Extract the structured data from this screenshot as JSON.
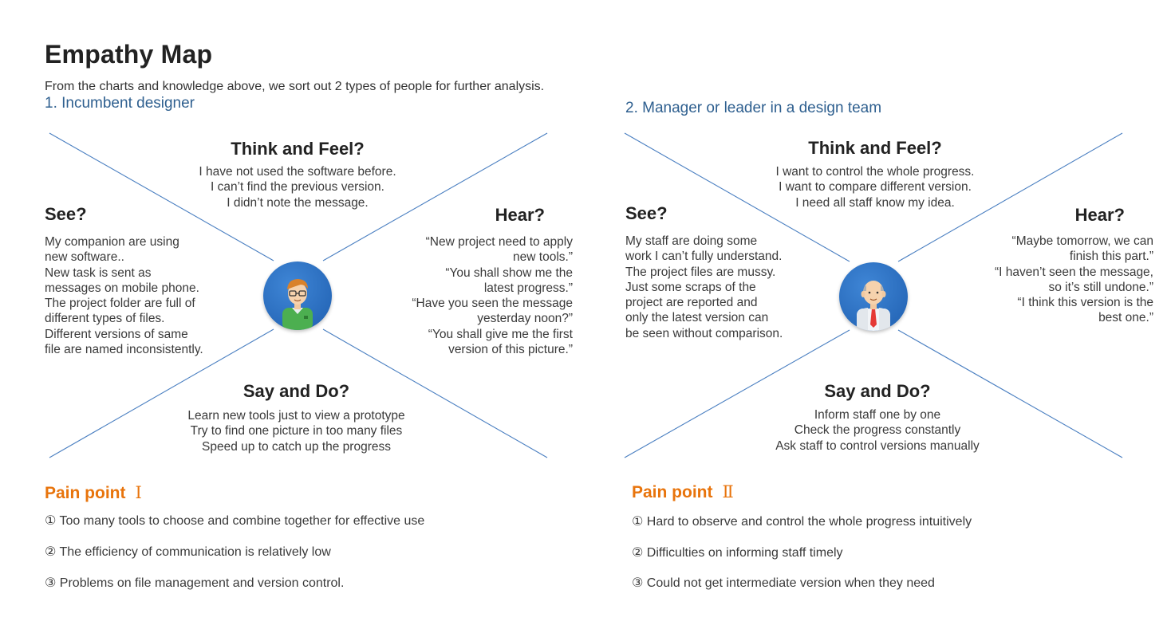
{
  "title": "Empathy Map",
  "intro": "From the charts and knowledge above, we sort out 2 types of people for further analysis.",
  "personas": [
    {
      "label": "1. Incumbent designer",
      "think_feel": {
        "heading": "Think and Feel?",
        "text": "I have not used the software before.\nI can’t find the previous version.\nI didn’t note the message."
      },
      "see": {
        "heading": "See?",
        "text": "My companion are using\nnew software..\nNew task is sent as\nmessages on mobile phone.\nThe project folder are full of\ndifferent types of files.\nDifferent versions of same\nfile are named inconsistently."
      },
      "hear": {
        "heading": "Hear?",
        "text": "“New project need to apply\nnew tools.”\n“You shall show me the\nlatest progress.”\n“Have you seen the message\nyesterday noon?”\n“You shall give me the first\nversion of this picture.”"
      },
      "say_do": {
        "heading": "Say and Do?",
        "text": "Learn new tools just to view a prototype\nTry to find one picture in too many files\nSpeed up to catch up the progress"
      },
      "avatar_icon": "young-designer-avatar-icon"
    },
    {
      "label": "2. Manager or leader in a design team",
      "think_feel": {
        "heading": "Think and Feel?",
        "text": "I want to control the whole progress.\nI want to compare different version.\nI need all staff know my idea."
      },
      "see": {
        "heading": "See?",
        "text": "My staff are doing some\nwork I can’t fully understand.\nThe project files are mussy.\nJust some scraps of the\nproject are reported and\nonly the latest version can\nbe seen without comparison."
      },
      "hear": {
        "heading": "Hear?",
        "text": "“Maybe tomorrow, we can\nfinish this part.”\n“I haven’t seen the message,\nso it’s still undone.”\n“I think this version is the\nbest one.”"
      },
      "say_do": {
        "heading": "Say and Do?",
        "text": "Inform staff one by one\nCheck the progress constantly\nAsk staff to control versions manually"
      },
      "avatar_icon": "manager-avatar-icon"
    }
  ],
  "pain_points": [
    {
      "title": "Pain point",
      "numeral": "Ⅰ",
      "items": [
        "① Too many tools to choose and combine together for effective use",
        "② The efficiency of communication is relatively low",
        "③ Problems on file management and version control."
      ]
    },
    {
      "title": "Pain point",
      "numeral": "Ⅱ",
      "items": [
        "① Hard to observe and control the whole progress intuitively",
        "② Difficulties on informing staff timely",
        "③ Could not get intermediate version when they need"
      ]
    }
  ],
  "colors": {
    "accent_blue": "#2e5f8f",
    "line_blue": "#4a7fc1",
    "pain_orange": "#e8740c",
    "avatar_blue": "#1f5fb0"
  }
}
